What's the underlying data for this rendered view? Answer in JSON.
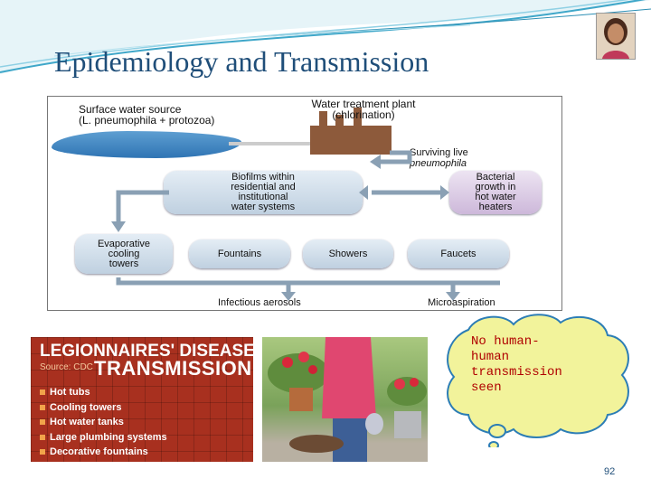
{
  "title": "Epidemiology and Transmission",
  "diagram": {
    "source": [
      "Surface water source",
      "(L. pneumophila + protozoa)"
    ],
    "plant": [
      "Water treatment plant",
      "(chlorination)"
    ],
    "surviving": [
      "Surviving live",
      "pneumophila"
    ],
    "biofilm": [
      "Biofilms within",
      "residential and",
      "institutional",
      "water systems"
    ],
    "bacterial": [
      "Bacterial",
      "growth in",
      "hot water",
      "heaters"
    ],
    "evaporative": [
      "Evaporative",
      "cooling",
      "towers"
    ],
    "fountains": "Fountains",
    "showers": "Showers",
    "faucets": "Faucets",
    "aerosols": "Infectious aerosols",
    "microaspiration": "Microaspiration"
  },
  "legionnaires": {
    "heading": "LEGIONNAIRES' DISEASE",
    "source": "Source: CDC",
    "subheading": "TRANSMISSION",
    "items": [
      "Hot tubs",
      "Cooling towers",
      "Hot water tanks",
      "Large plumbing systems",
      "Decorative fountains"
    ]
  },
  "callout": {
    "text": [
      "No human-",
      "human",
      "transmission",
      "seen"
    ]
  },
  "page_number": "92",
  "colors": {
    "title": "#1f4e79",
    "callout_fill": "#f2f39b",
    "callout_text": "#b00000",
    "banner": "#a8301f"
  }
}
